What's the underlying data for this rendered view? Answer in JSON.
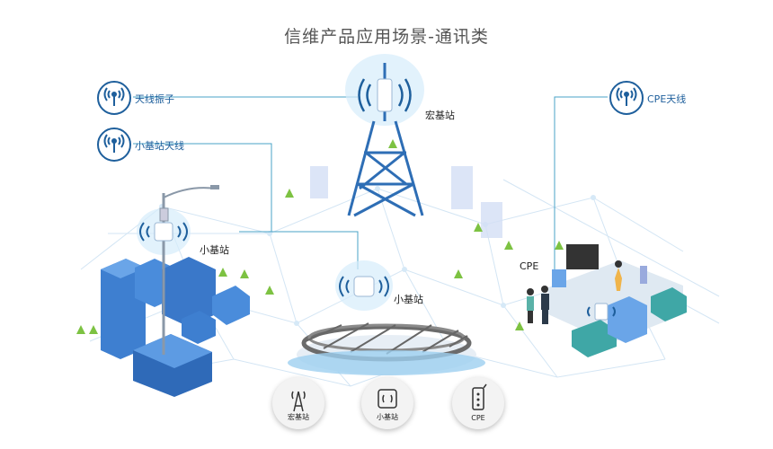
{
  "title": "信维产品应用场景-通讯类",
  "callouts": {
    "oscillator": "天线振子",
    "small_antenna": "小基站天线",
    "cpe_antenna": "CPE天线"
  },
  "labels": {
    "macro": "宏基站",
    "small1": "小基站",
    "small2": "小基站",
    "cpe": "CPE"
  },
  "buttons": [
    {
      "label": "宏基站"
    },
    {
      "label": "小基站"
    },
    {
      "label": "CPE"
    }
  ],
  "colors": {
    "accent": "#1e5f9c",
    "line": "#4aa3c7",
    "tower": "#2e6eb5",
    "building": "#3e7fd0"
  }
}
